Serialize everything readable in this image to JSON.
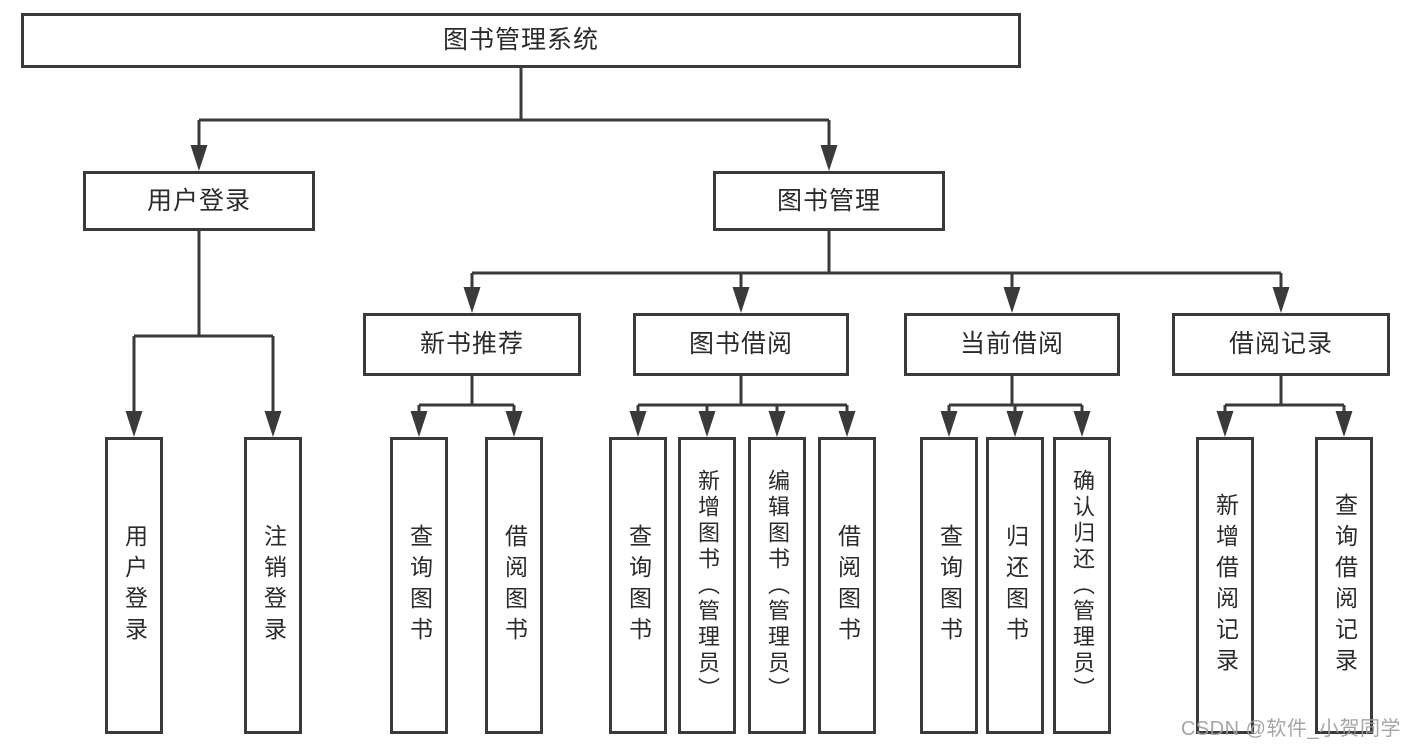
{
  "diagram": {
    "root": {
      "label": "图书管理系统"
    },
    "level2": [
      {
        "id": "user-login",
        "label": "用户登录"
      },
      {
        "id": "book-management",
        "label": "图书管理"
      }
    ],
    "level3": [
      {
        "id": "new-book-recommend",
        "label": "新书推荐",
        "parent": "图书管理"
      },
      {
        "id": "book-borrow",
        "label": "图书借阅",
        "parent": "图书管理"
      },
      {
        "id": "current-borrow",
        "label": "当前借阅",
        "parent": "图书管理"
      },
      {
        "id": "borrow-records",
        "label": "借阅记录",
        "parent": "图书管理"
      }
    ],
    "level4": [
      {
        "id": "user-login",
        "label": "用户登录",
        "parent": "用户登录"
      },
      {
        "id": "logout",
        "label": "注销登录",
        "parent": "用户登录"
      },
      {
        "id": "query-books-recommend",
        "label": "查询图书",
        "parent": "新书推荐"
      },
      {
        "id": "borrow-books-recommend",
        "label": "借阅图书",
        "parent": "新书推荐"
      },
      {
        "id": "query-books-borrow",
        "label": "查询图书",
        "parent": "图书借阅"
      },
      {
        "id": "add-books-admin",
        "label": "新增图书（管理员）",
        "parent": "图书借阅"
      },
      {
        "id": "edit-books-admin",
        "label": "编辑图书（管理员）",
        "parent": "图书借阅"
      },
      {
        "id": "borrow-books",
        "label": "借阅图书",
        "parent": "图书借阅"
      },
      {
        "id": "query-books-current",
        "label": "查询图书",
        "parent": "当前借阅"
      },
      {
        "id": "return-books",
        "label": "归还图书",
        "parent": "当前借阅"
      },
      {
        "id": "confirm-return-admin",
        "label": "确认归还（管理员）",
        "parent": "当前借阅"
      },
      {
        "id": "add-borrow-record",
        "label": "新增借阅记录",
        "parent": "借阅记录"
      },
      {
        "id": "query-borrow-record",
        "label": "查询借阅记录",
        "parent": "借阅记录"
      }
    ]
  },
  "watermark": {
    "text": "CSDN @软件_小贺同学"
  },
  "colors": {
    "line": "#3a3a3a",
    "text": "#2b2b2b",
    "watermark": "#9e9e9e",
    "background": "#ffffff"
  }
}
